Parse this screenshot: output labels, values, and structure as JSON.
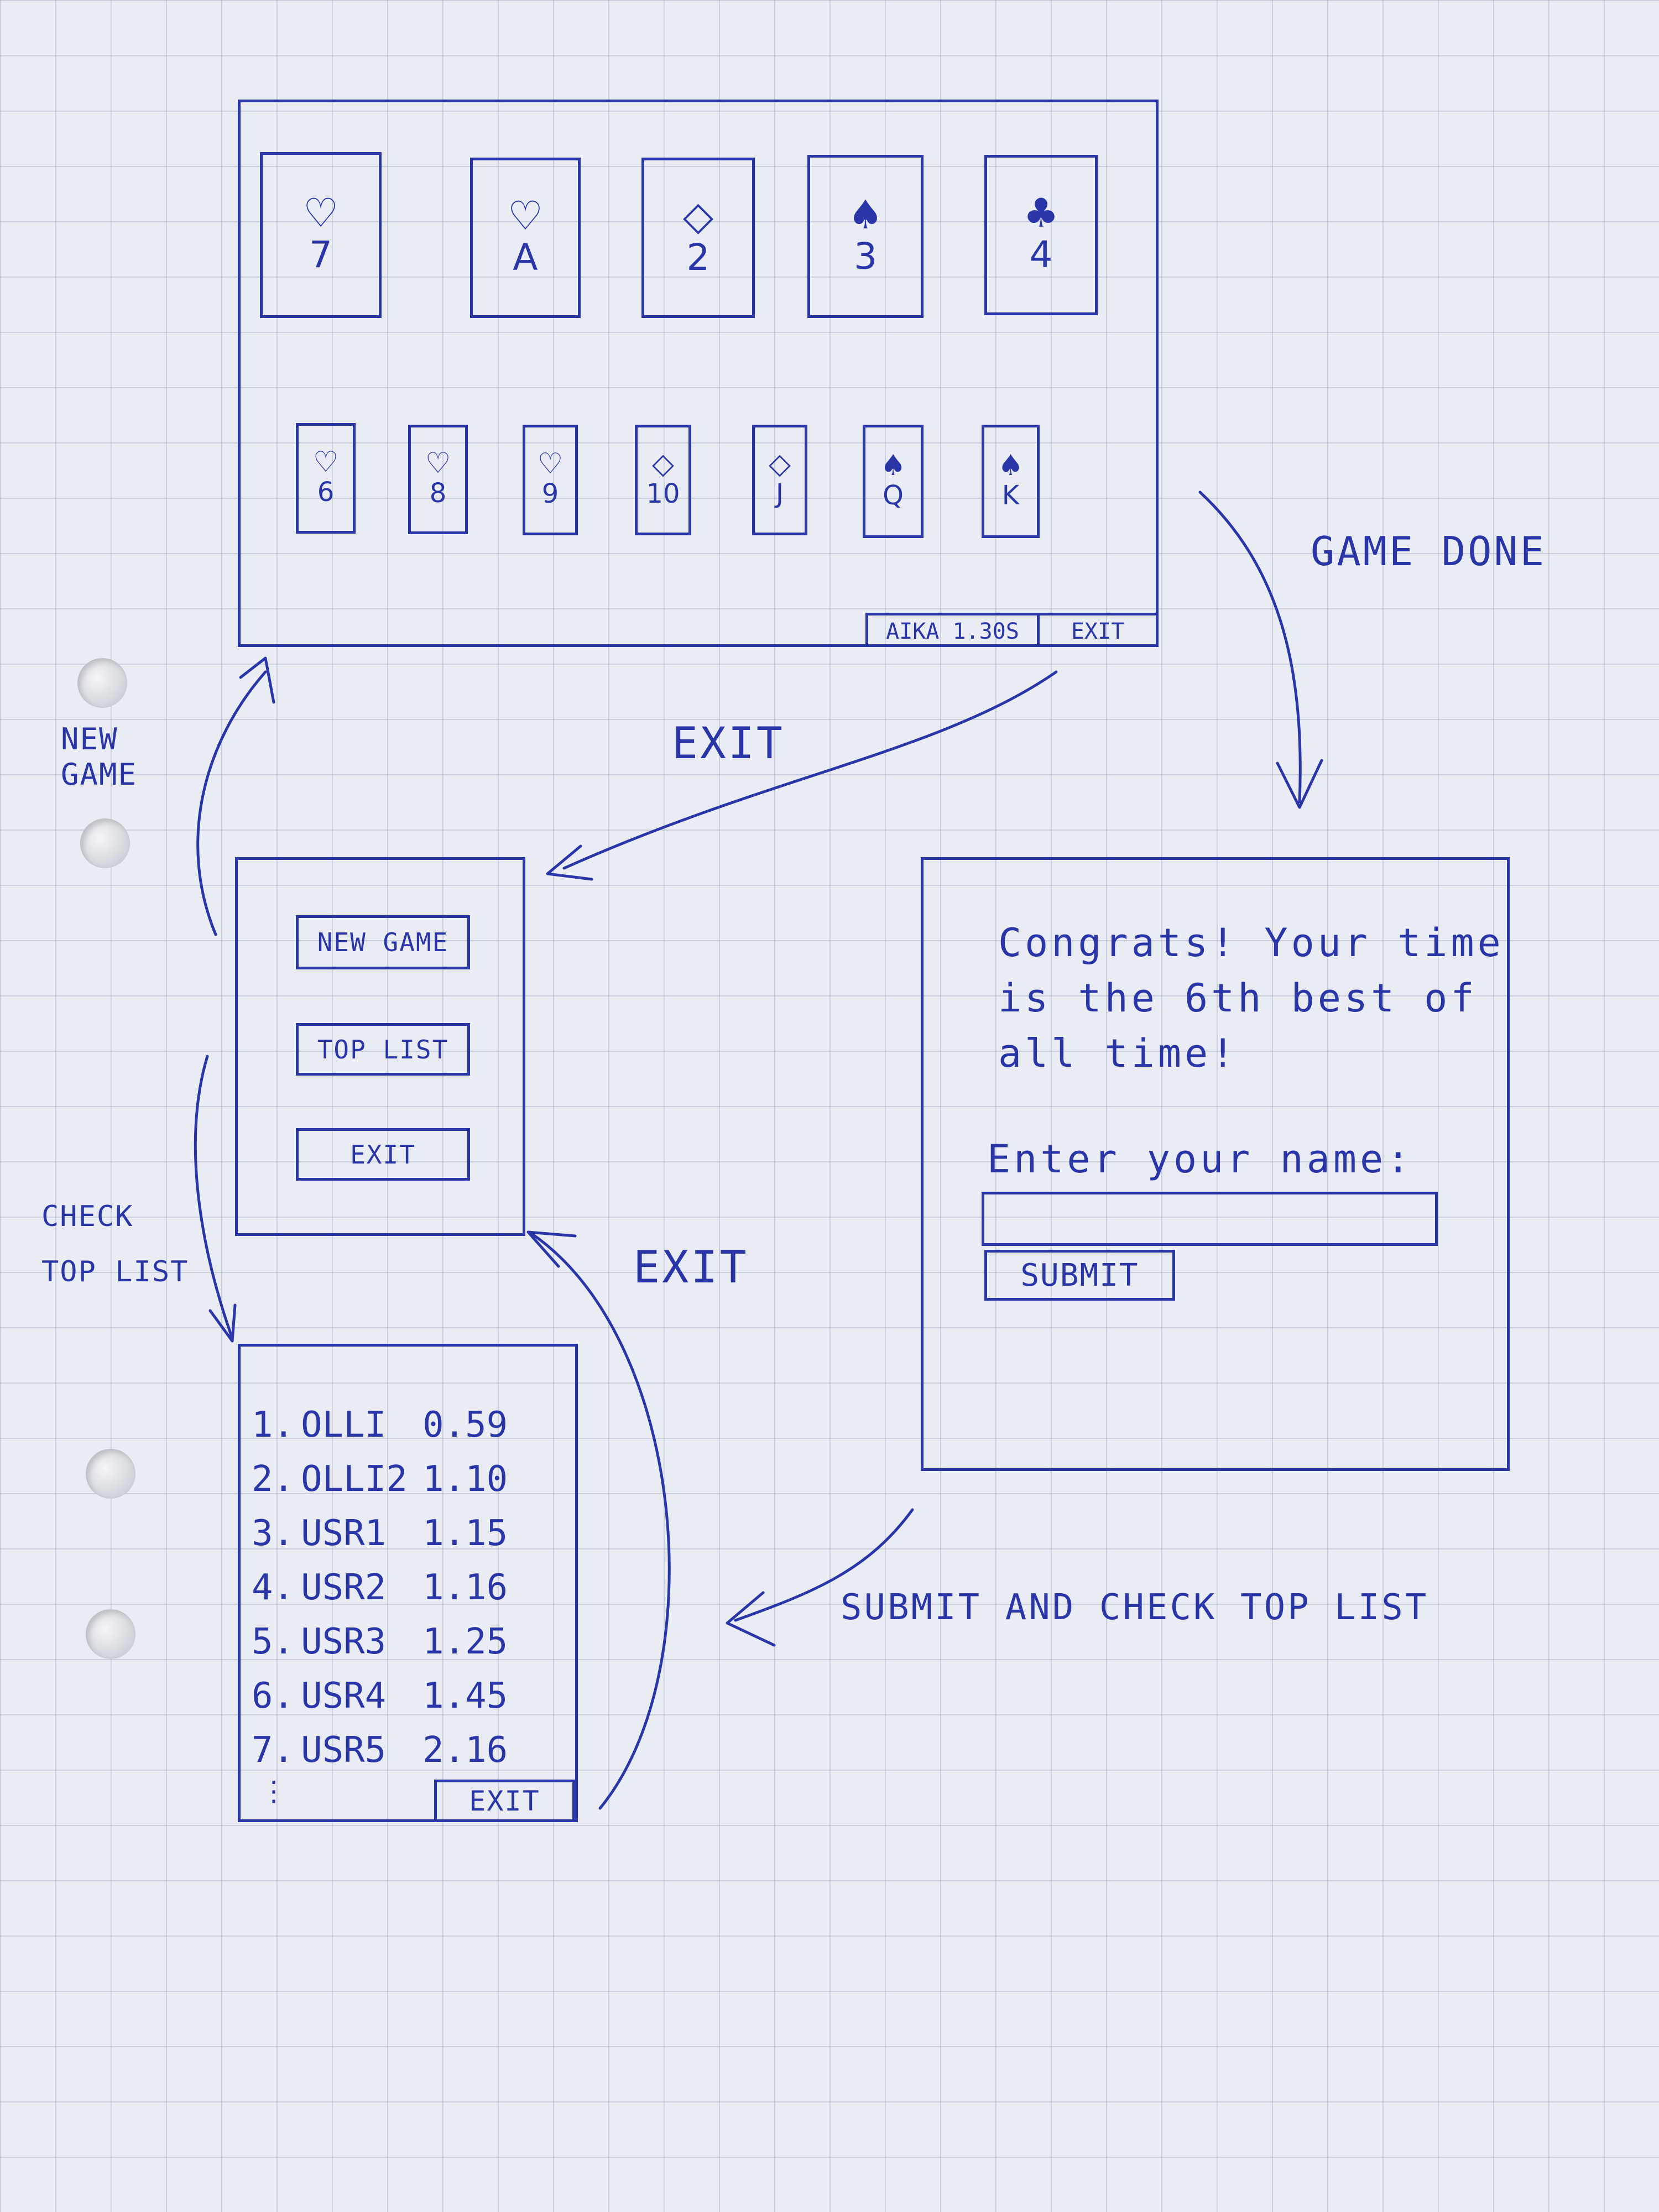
{
  "game_screen": {
    "top_row": [
      {
        "suit": "♡",
        "rank": "7"
      },
      {
        "suit": "♡",
        "rank": "A"
      },
      {
        "suit": "◇",
        "rank": "2"
      },
      {
        "suit": "♠",
        "rank": "3"
      },
      {
        "suit": "♣",
        "rank": "4"
      }
    ],
    "bottom_row": [
      {
        "suit": "♡",
        "rank": "6"
      },
      {
        "suit": "♡",
        "rank": "8"
      },
      {
        "suit": "♡",
        "rank": "9"
      },
      {
        "suit": "◇",
        "rank": "10"
      },
      {
        "suit": "◇",
        "rank": "J"
      },
      {
        "suit": "♠",
        "rank": "Q"
      },
      {
        "suit": "♠",
        "rank": "K"
      }
    ],
    "timer_label": "AIKA 1.30S",
    "exit_label": "EXIT"
  },
  "menu_screen": {
    "new_game_label": "NEW GAME",
    "top_list_label": "TOP LIST",
    "exit_label": "EXIT"
  },
  "congrats_screen": {
    "message_line1": "Congrats! Your time",
    "message_line2": "is the 6th best of",
    "message_line3": "all time!",
    "name_prompt": "Enter your name:",
    "name_value": "",
    "submit_label": "SUBMIT"
  },
  "top_list_screen": {
    "entries": [
      {
        "rank": "1.",
        "name": "OLLI",
        "time": "0.59"
      },
      {
        "rank": "2.",
        "name": "OLLI2",
        "time": "1.10"
      },
      {
        "rank": "3.",
        "name": "USR1",
        "time": "1.15"
      },
      {
        "rank": "4.",
        "name": "USR2",
        "time": "1.16"
      },
      {
        "rank": "5.",
        "name": "USR3",
        "time": "1.25"
      },
      {
        "rank": "6.",
        "name": "USR4",
        "time": "1.45"
      },
      {
        "rank": "7.",
        "name": "USR5",
        "time": "2.16"
      }
    ],
    "ellipsis": "⋮",
    "exit_label": "EXIT"
  },
  "transitions": {
    "game_done": "GAME DONE",
    "exit_game": "EXIT",
    "new_game_line1": "NEW",
    "new_game_line2": "GAME",
    "check_top_list_line1": "CHECK",
    "check_top_list_line2": "TOP LIST",
    "exit_top_list": "EXIT",
    "submit_and_check": "SUBMIT AND CHECK TOP LIST"
  },
  "colors": {
    "ink": "#2a36a8",
    "paper": "#e9ecf2",
    "grid": "#7882a0"
  }
}
